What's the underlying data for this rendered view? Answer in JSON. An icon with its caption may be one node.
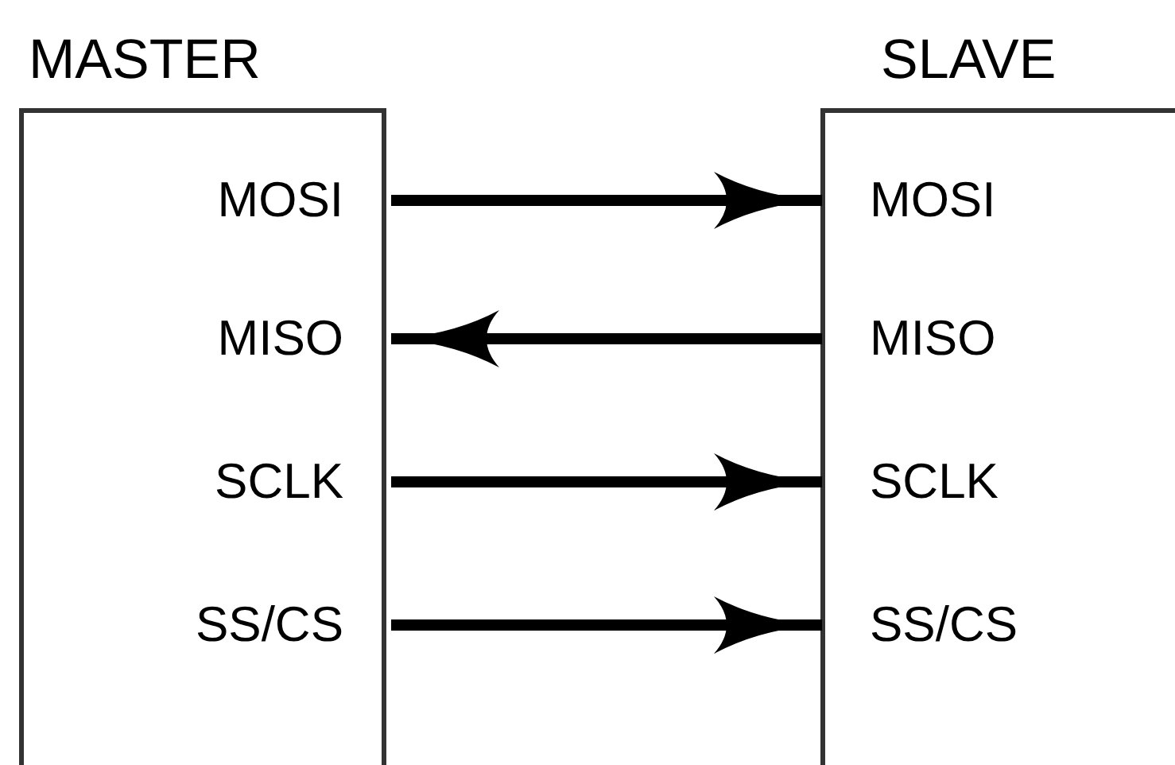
{
  "diagram": {
    "nodes": [
      {
        "text": [
          "MASTER"
        ]
      },
      {
        "text": [
          "MOSI"
        ],
        "in": 0
      },
      {
        "text": [
          "MISO"
        ],
        "in": 0
      },
      {
        "text": [
          "SCLK"
        ],
        "in": 0
      },
      {
        "text": [
          "SS/CS"
        ],
        "in": 0
      },
      {
        "text": [
          "SLAVE"
        ]
      },
      {
        "text": [
          "MOSI"
        ],
        "in": 5
      },
      {
        "text": [
          "MISO"
        ],
        "in": 5
      },
      {
        "text": [
          "SCLK"
        ],
        "in": 5
      },
      {
        "text": [
          "SS/CS"
        ],
        "in": 5
      }
    ],
    "edges": [
      {
        "from": 1,
        "to": 6,
        "arrow": "to"
      },
      {
        "from": 7,
        "to": 2,
        "arrow": "to"
      },
      {
        "from": 3,
        "to": 8,
        "arrow": "to"
      },
      {
        "from": 4,
        "to": 9,
        "arrow": "to"
      }
    ]
  }
}
